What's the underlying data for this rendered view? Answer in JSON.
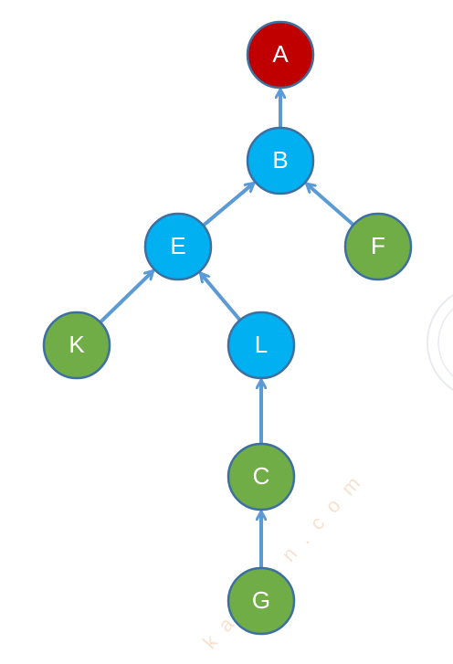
{
  "colors": {
    "root": "#c00000",
    "internal": "#00b0f0",
    "leaf": "#70ad47",
    "edge": "#5b9bd5",
    "outline": "#3d6fa0"
  },
  "tree": {
    "nodes": [
      {
        "id": "A",
        "label": "A",
        "kind": "root"
      },
      {
        "id": "B",
        "label": "B",
        "kind": "internal"
      },
      {
        "id": "E",
        "label": "E",
        "kind": "internal"
      },
      {
        "id": "F",
        "label": "F",
        "kind": "leaf"
      },
      {
        "id": "K",
        "label": "K",
        "kind": "leaf"
      },
      {
        "id": "L",
        "label": "L",
        "kind": "internal"
      },
      {
        "id": "C",
        "label": "C",
        "kind": "leaf"
      },
      {
        "id": "G",
        "label": "G",
        "kind": "leaf"
      }
    ],
    "edges": [
      {
        "from": "B",
        "to": "A"
      },
      {
        "from": "E",
        "to": "B"
      },
      {
        "from": "F",
        "to": "B"
      },
      {
        "from": "K",
        "to": "E"
      },
      {
        "from": "L",
        "to": "E"
      },
      {
        "from": "C",
        "to": "L"
      },
      {
        "from": "G",
        "to": "C"
      }
    ]
  },
  "watermark": {
    "text": "kaoyan.com"
  }
}
